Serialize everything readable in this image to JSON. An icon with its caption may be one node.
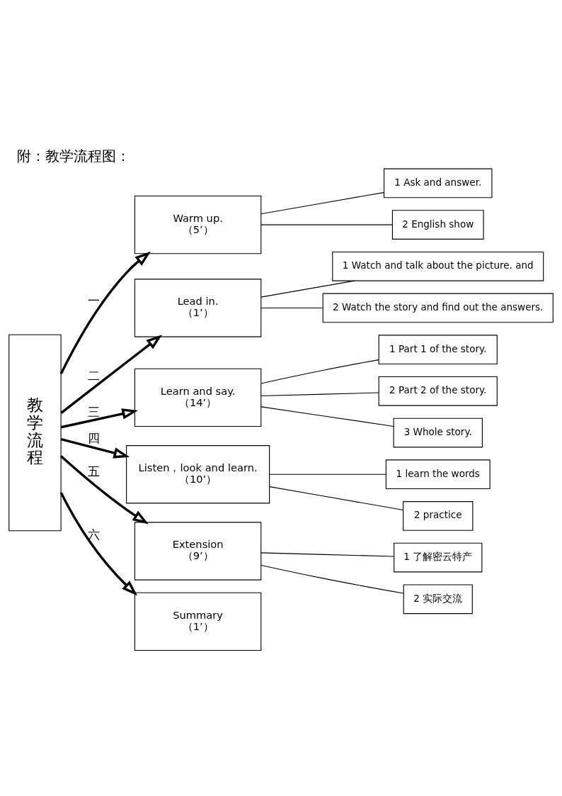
{
  "diagram": {
    "title": "附：教学流程图：",
    "nodes": [
      {
        "text": [
          "教学流程"
        ]
      },
      {
        "text": [
          "Warm up.",
          "（5’）"
        ]
      },
      {
        "text": [
          "1 Ask and answer."
        ]
      },
      {
        "text": [
          "2 English show"
        ]
      },
      {
        "text": [
          "Lead in.",
          "（1’）"
        ]
      },
      {
        "text": [
          "1 Watch and talk about the picture. and"
        ]
      },
      {
        "text": [
          "2 Watch the story and find out the answers."
        ]
      },
      {
        "text": [
          "Learn and say.",
          "（14’）"
        ]
      },
      {
        "text": [
          "1 Part 1 of the story."
        ]
      },
      {
        "text": [
          "2 Part 2 of the story."
        ]
      },
      {
        "text": [
          "3 Whole story."
        ]
      },
      {
        "text": [
          "Listen，look and learn.",
          "（10’）"
        ]
      },
      {
        "text": [
          "1 learn the words"
        ]
      },
      {
        "text": [
          "2 practice"
        ]
      },
      {
        "text": [
          "Extension",
          "（9’）"
        ]
      },
      {
        "text": [
          "1 了解密云特产"
        ]
      },
      {
        "text": [
          "2 实际交流"
        ]
      },
      {
        "text": [
          "Summary",
          "（1’）"
        ]
      }
    ],
    "edges": [
      {
        "from": 0,
        "to": 1,
        "arrow": "to",
        "label": "一",
        "style": "thick"
      },
      {
        "from": 1,
        "to": 2,
        "arrow": "none"
      },
      {
        "from": 1,
        "to": 3,
        "arrow": "none"
      },
      {
        "from": 0,
        "to": 4,
        "arrow": "to",
        "label": "二",
        "style": "thick"
      },
      {
        "from": 4,
        "to": 5,
        "arrow": "none"
      },
      {
        "from": 4,
        "to": 6,
        "arrow": "none"
      },
      {
        "from": 0,
        "to": 7,
        "arrow": "to",
        "label": "三",
        "style": "thick"
      },
      {
        "from": 7,
        "to": 8,
        "arrow": "none"
      },
      {
        "from": 7,
        "to": 9,
        "arrow": "none"
      },
      {
        "from": 7,
        "to": 10,
        "arrow": "none"
      },
      {
        "from": 0,
        "to": 11,
        "arrow": "to",
        "label": "四",
        "style": "thick"
      },
      {
        "from": 11,
        "to": 12,
        "arrow": "none"
      },
      {
        "from": 11,
        "to": 13,
        "arrow": "none"
      },
      {
        "from": 0,
        "to": 14,
        "arrow": "to",
        "label": "五",
        "style": "thick"
      },
      {
        "from": 14,
        "to": 15,
        "arrow": "none"
      },
      {
        "from": 14,
        "to": 16,
        "arrow": "none"
      },
      {
        "from": 0,
        "to": 17,
        "arrow": "to",
        "label": "六",
        "style": "thick"
      }
    ]
  }
}
